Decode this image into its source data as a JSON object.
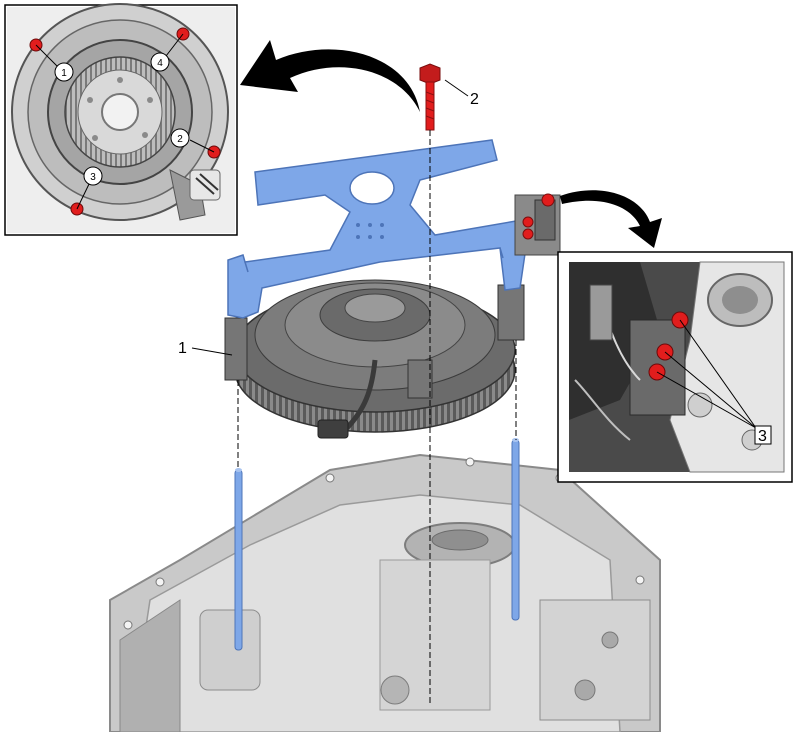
{
  "callouts": {
    "part1": "1",
    "part2": "2",
    "part3": "3"
  },
  "inset_left": {
    "bolt_sequence": [
      "1",
      "2",
      "3",
      "4"
    ]
  },
  "colors": {
    "tool_blue": "#7ea7e8",
    "bolt_red": "#e11d1d",
    "housing_gray": "#bcbcbc",
    "clutch_dark": "#4a4a4a"
  }
}
